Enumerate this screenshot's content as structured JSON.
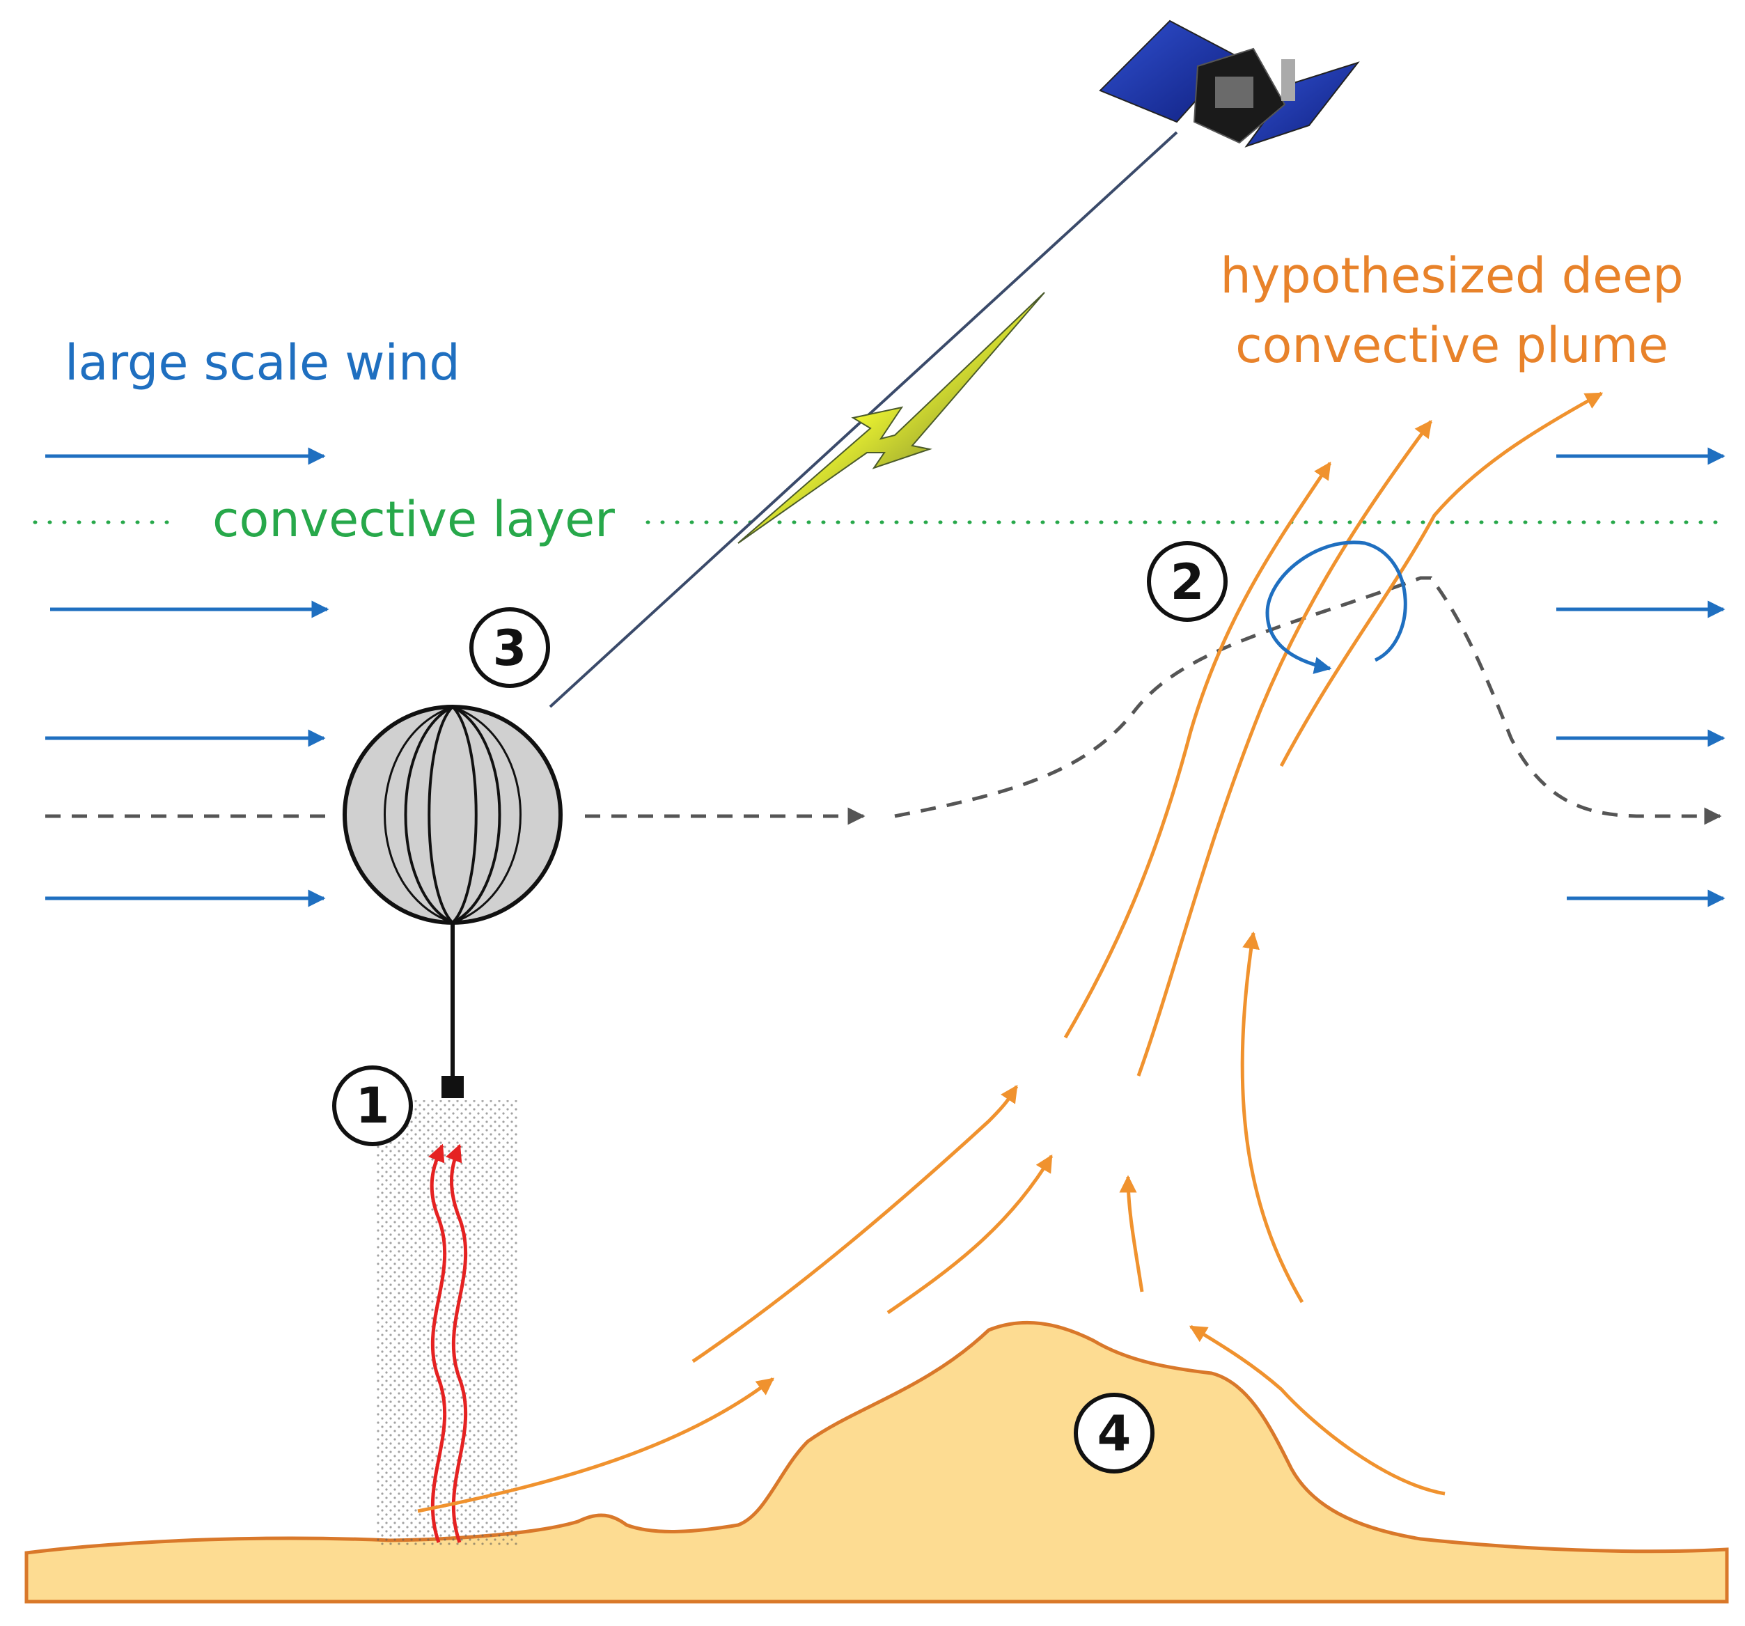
{
  "labels": {
    "wind": "large scale wind",
    "convective_layer": "convective layer",
    "plume_line1": "hypothesized deep",
    "plume_line2": "convective plume"
  },
  "markers": {
    "m1": "1",
    "m2": "2",
    "m3": "3",
    "m4": "4"
  },
  "colors": {
    "wind": "#1f6fc0",
    "convective_layer": "#27a84a",
    "plume": "#f0922e",
    "plume_label": "#e8822a",
    "terrain_fill": "#fddc92",
    "terrain_edge": "#d9782a",
    "heat": "#e52222",
    "trajectory": "#555555",
    "balloon": "#d0d0d0",
    "eddy": "#1f6fc0"
  },
  "icons": {
    "satellite": "satellite-icon",
    "balloon": "balloon-icon",
    "lightning": "lightning-icon"
  }
}
